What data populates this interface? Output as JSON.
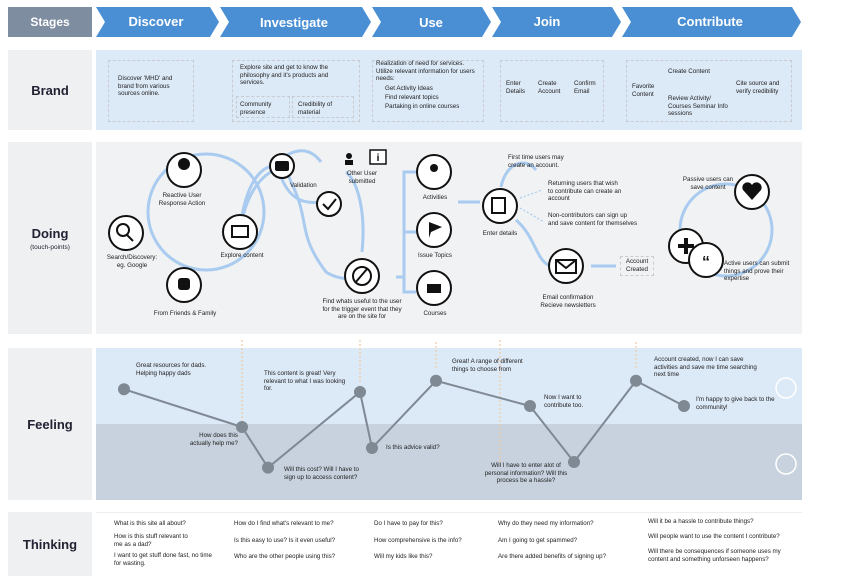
{
  "stages": {
    "label": "Stages",
    "items": [
      "Discover",
      "Investigate",
      "Use",
      "Join",
      "Contribute"
    ]
  },
  "rows": {
    "brand": "Brand",
    "doing": "Doing",
    "doing_sub": "(touch-points)",
    "feeling": "Feeling",
    "thinking": "Thinking"
  },
  "brand": {
    "discover": "Discover 'MHD' and brand from various sources online.",
    "investigate_top": "Explore site and get to know the philosophy and it's products and services.",
    "investigate_a": "Community presence",
    "investigate_b": "Credibility of material",
    "use_intro": "Realization of need for services. Utilize relevant information for users needs:",
    "use_items": [
      "Get Activity Ideas",
      "Find relevant topics",
      "Partaking in online courses"
    ],
    "join_a": "Enter Details",
    "join_b": "Create Account",
    "join_c": "Confirm Email",
    "contrib_a": "Favorite Content",
    "contrib_b": "Create Content",
    "contrib_c": "Review Activity/ Courses Seminar Info sessions",
    "contrib_d": "Cite source and verify credibility"
  },
  "doing": {
    "search": "Search/Discovery: eg. Google",
    "reactive": "Reactive User Response Action",
    "friends": "From Friends & Family",
    "explore": "Explore content",
    "validation": "Validation",
    "other_user": "Other User submitted",
    "find_useful": "Find whats useful to the user for the trigger event that they are on the site for",
    "activities": "Activities",
    "issue_topics": "Issue Topics",
    "courses": "Courses",
    "first_time": "First time users may create an account.",
    "returning": "Returning users that wish to contribute can create an account",
    "noncontrib": "Non-contributors can sign up and save content for themselves",
    "enter_details": "Enter details",
    "account_created": "Account Created",
    "email_confirm": "Email confirmation Recieve newsletters",
    "passive": "Passive users can save content",
    "active": "Active users can submit things and prove their expertise"
  },
  "feeling": {
    "points": [
      {
        "label": "Great resources for dads. Helping happy dads",
        "level": 0.72
      },
      {
        "label": "How does this actually help me?",
        "level": 0.45
      },
      {
        "label": "Will this cost? Will I have to sign up to access content?",
        "level": 0.16
      },
      {
        "label": "This content is great! Very relevant to what I was looking for.",
        "level": 0.7
      },
      {
        "label": "Is this advice valid?",
        "level": 0.3
      },
      {
        "label": "Great! A range of different things to choose from",
        "level": 0.78
      },
      {
        "label": "Now I want to contribute too.",
        "level": 0.6
      },
      {
        "label": "Will I have to enter alot of personal information? Will this process be a hassle?",
        "level": 0.2
      },
      {
        "label": "Account created, now I can save activities and save me time searching next time",
        "level": 0.78
      },
      {
        "label": "I'm happy to give back to the community!",
        "level": 0.6
      }
    ]
  },
  "thinking": {
    "discover": [
      "What is this site all about?",
      "How is this stuff relevant to me as a dad?",
      "I want to get stuff done fast, no time for wasting."
    ],
    "investigate": [
      "How do I find what's relevant to me?",
      "Is this easy to use? Is it even useful?",
      "Who are the other people using this?"
    ],
    "use": [
      "Do I have to pay for this?",
      "How comprehensive is the info?",
      "Will my kids like this?"
    ],
    "join": [
      "Why do they need my information?",
      "Am I going to get spammed?",
      "Are there added benefits of signing up?"
    ],
    "contribute": [
      "Will it be a hassle to contribute things?",
      "Will people want to use the content I contribute?",
      "Will there be consequences if someone uses my content and something unforseen happens?"
    ]
  },
  "colors": {
    "stage": "#4a8fd4",
    "band": "#dce9f7",
    "line": "#a9cbef",
    "node": "#7f8994"
  }
}
